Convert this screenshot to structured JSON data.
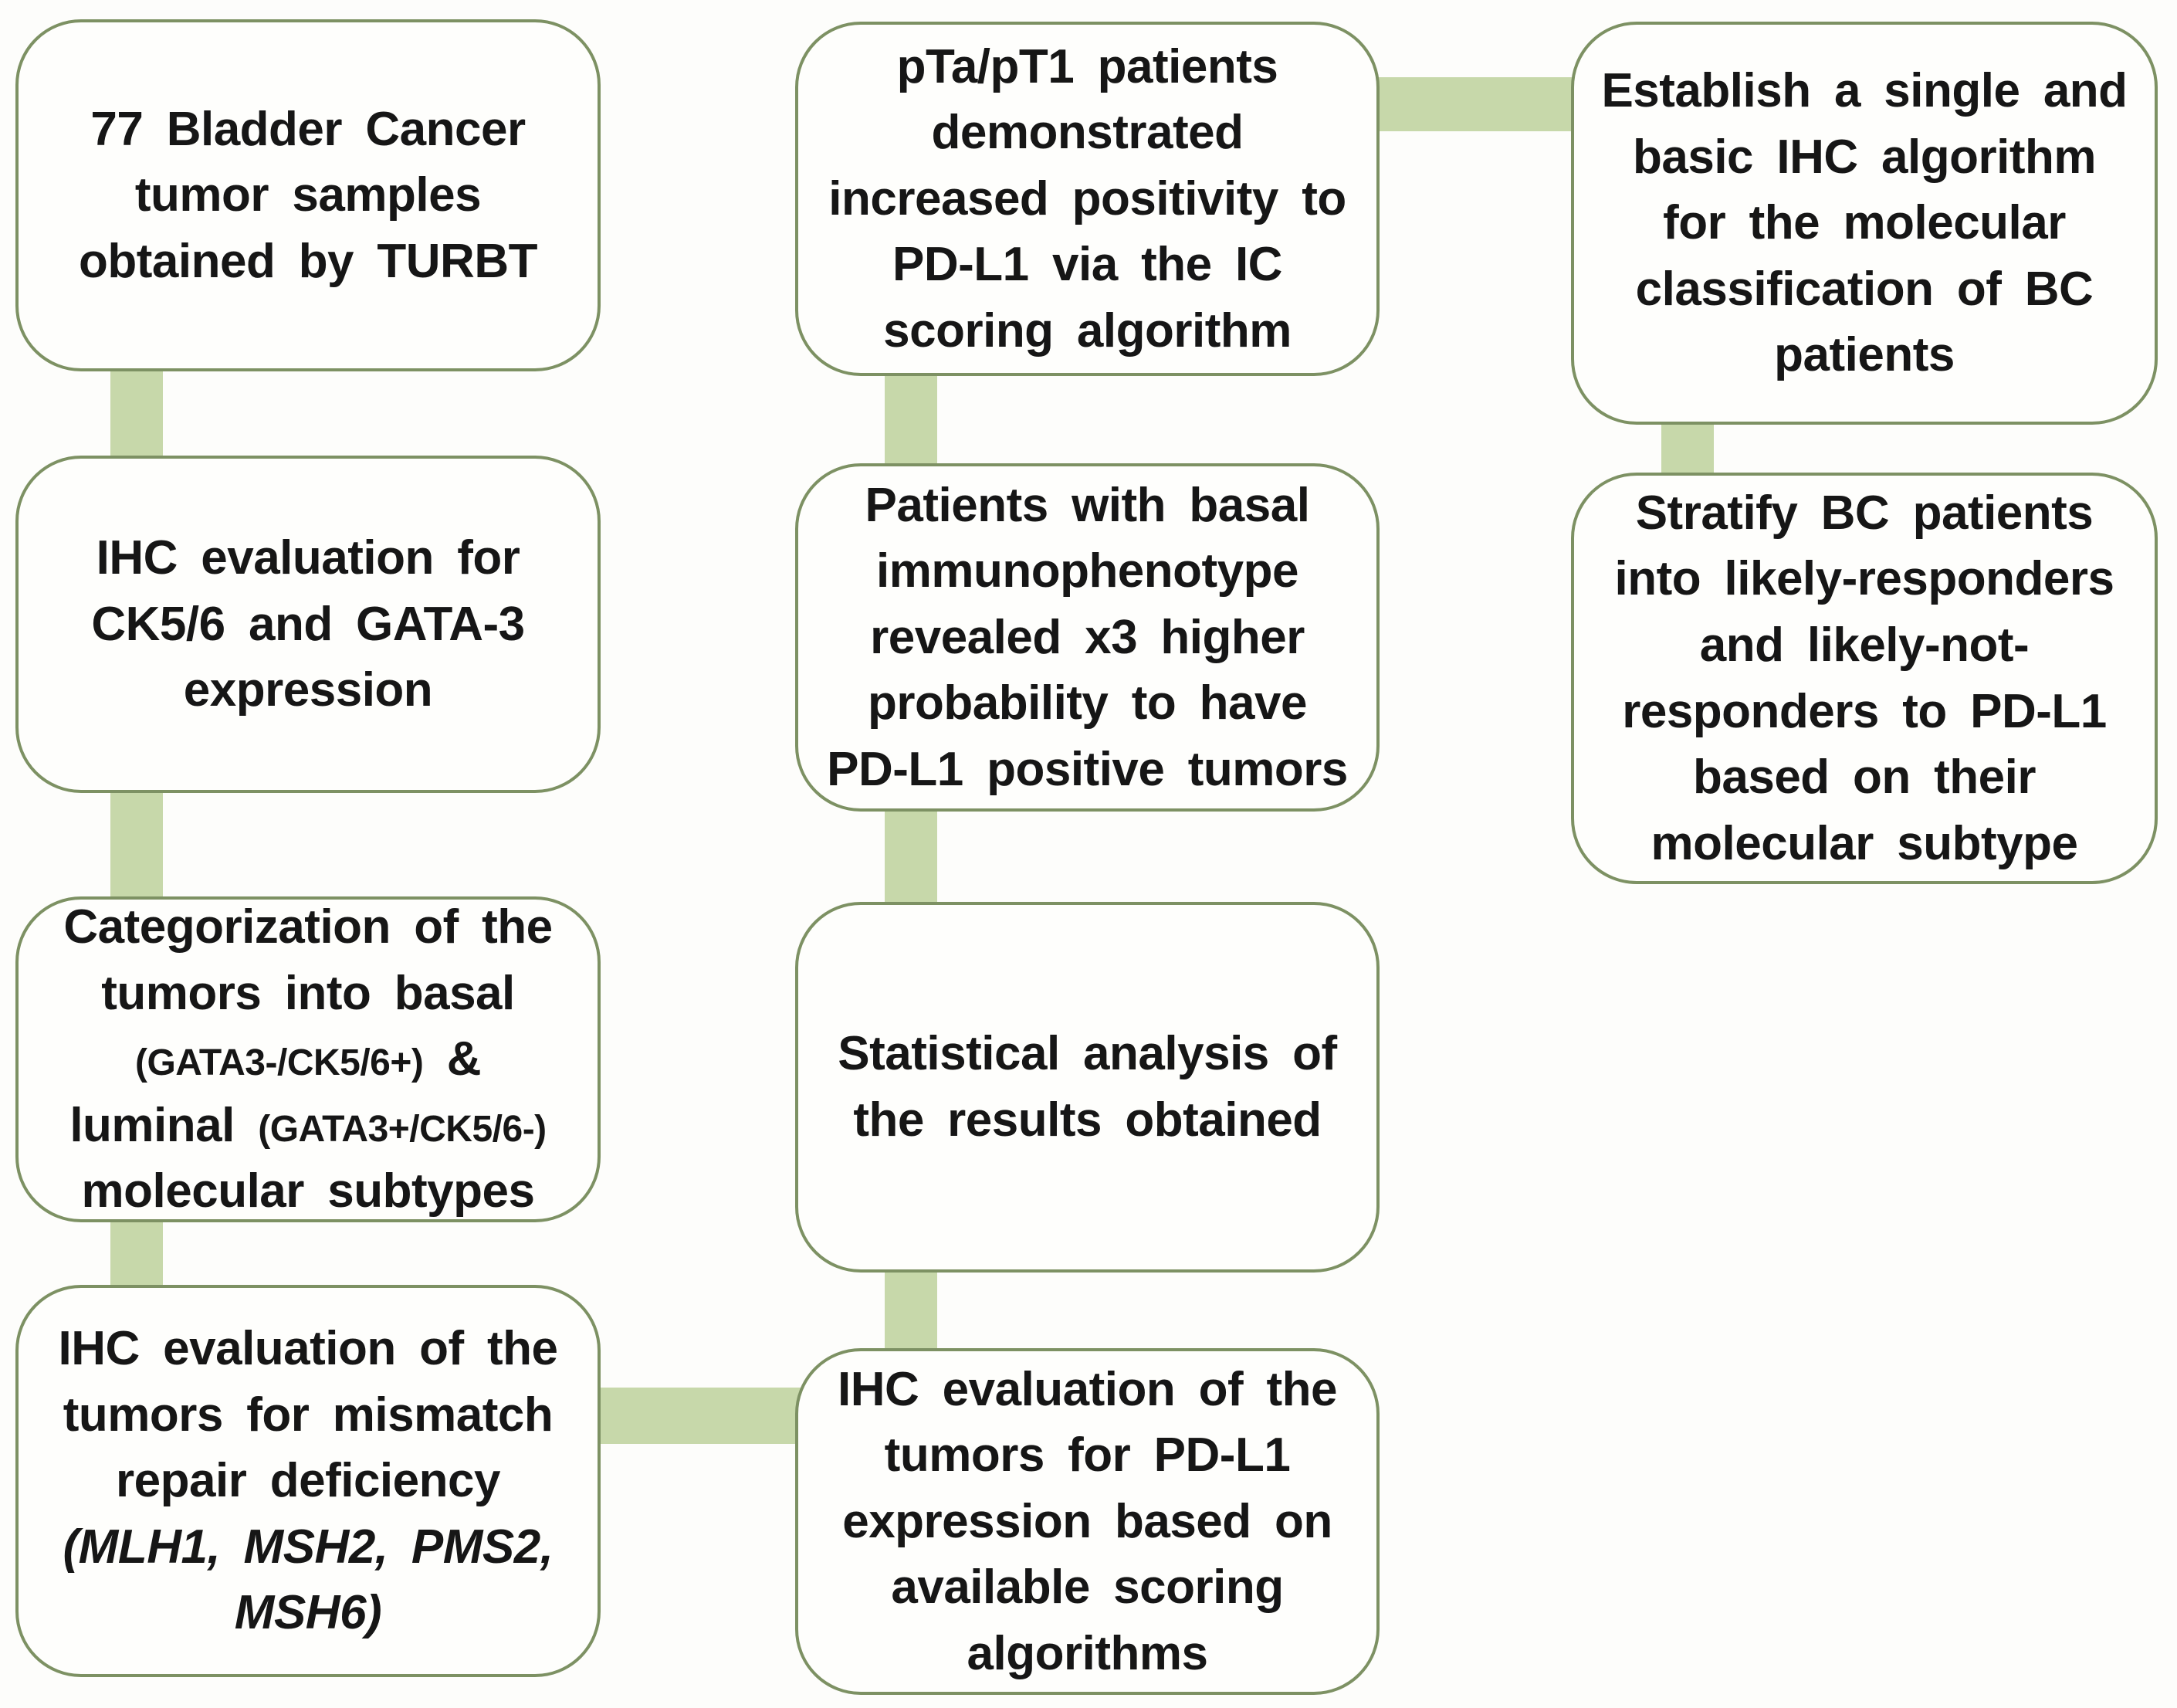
{
  "colors": {
    "page-bg": "#fdfdfb",
    "box-bg": "#fefefc",
    "box-border": "#7d9163",
    "connector": "#c7d8aa",
    "text": "#161616"
  },
  "flowchart": {
    "boxes": {
      "samples": {
        "lines": [
          "77 Bladder Cancer",
          "tumor samples",
          "obtained by TURBT"
        ]
      },
      "ihc_markers": {
        "lines": [
          "IHC evaluation for",
          "CK5/6 and GATA-3",
          "expression"
        ]
      },
      "categorization": {
        "line1": "Categorization of the",
        "line2": "tumors into basal",
        "basal_code": "(GATA3-/CK5/6+)",
        "ampersand": "&",
        "luminal_word": "luminal",
        "luminal_code": "(GATA3+/CK5/6-)",
        "line5": "molecular subtypes"
      },
      "mmr": {
        "lines": [
          "IHC evaluation of the",
          "tumors for mismatch",
          "repair deficiency"
        ],
        "gene_lines": [
          "(MLH1, MSH2, PMS2,",
          "MSH6)"
        ]
      },
      "pta_pt1": {
        "lines": [
          "pTa/pT1 patients",
          "demonstrated",
          "increased positivity to",
          "PD-L1 via the IC",
          "scoring algorithm"
        ]
      },
      "basal_phenotype": {
        "lines": [
          "Patients with basal",
          "immunophenotype",
          "revealed x3 higher",
          "probability to have",
          "PD-L1 positive tumors"
        ]
      },
      "statistics": {
        "lines": [
          "Statistical analysis of",
          "the results obtained"
        ]
      },
      "pdl1_eval": {
        "lines": [
          "IHC evaluation of the",
          "tumors for PD-L1",
          "expression based on",
          "available scoring",
          "algorithms"
        ]
      },
      "establish_algorithm": {
        "lines": [
          "Establish a single and",
          "basic IHC algorithm",
          "for the molecular",
          "classification of BC",
          "patients"
        ]
      },
      "stratify": {
        "lines": [
          "Stratify BC patients",
          "into likely-responders",
          "and likely-not-",
          "responders to PD-L1",
          "based on their",
          "molecular subtype"
        ]
      }
    }
  }
}
